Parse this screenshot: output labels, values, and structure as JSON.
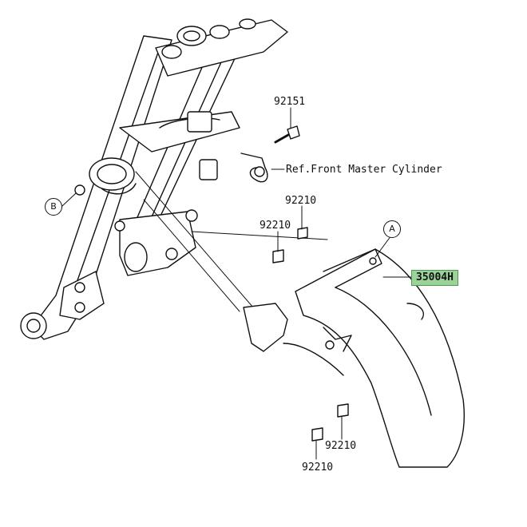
{
  "callouts": {
    "part_92151": "92151",
    "ref_master_cylinder": "Ref.Front Master Cylinder",
    "part_92210_top": "92210",
    "part_92210_left": "92210",
    "part_35004H": "35004H",
    "part_92210_lower_right": "92210",
    "part_92210_bottom": "92210",
    "ref_A": "A",
    "ref_B": "B"
  },
  "colors": {
    "line": "#111111",
    "highlight": "#9ad29a"
  }
}
